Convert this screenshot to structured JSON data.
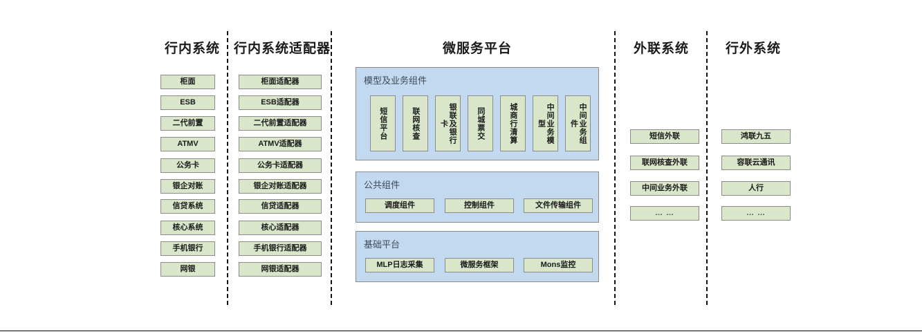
{
  "diagram": {
    "title_center": "微服务平台",
    "columns": [
      {
        "id": "internal-systems",
        "header": "行内系统",
        "items": [
          "柜面",
          "ESB",
          "二代前置",
          "ATMV",
          "公务卡",
          "银企对账",
          "信贷系统",
          "核心系统",
          "手机银行",
          "网银"
        ]
      },
      {
        "id": "internal-adapters",
        "header": "行内系统适配器",
        "items": [
          "柜面适配器",
          "ESB适配器",
          "二代前置适配器",
          "ATMV适配器",
          "公务卡适配器",
          "银企对账适配器",
          "信贷适配器",
          "核心适配器",
          "手机银行适配器",
          "网银适配器"
        ]
      },
      {
        "id": "external-link-systems",
        "header": "外联系统",
        "items": [
          "短信外联",
          "联网核查外联",
          "中间业务外联",
          "… …"
        ]
      },
      {
        "id": "outside-bank-systems",
        "header": "行外系统",
        "items": [
          "鸿联九五",
          "容联云通讯",
          "人行",
          "… …"
        ]
      }
    ],
    "panels": [
      {
        "id": "model-business-components",
        "title": "模型及业务组件",
        "items": [
          "短信平台",
          "联网核查",
          "银联及银行卡",
          "同城票交",
          "城商行清算",
          "中间业务模型",
          "中间业务组件"
        ]
      },
      {
        "id": "public-components",
        "title": "公共组件",
        "items": [
          "调度组件",
          "控制组件",
          "文件传输组件"
        ]
      },
      {
        "id": "base-platform",
        "title": "基础平台",
        "items": [
          "MLP日志采集",
          "微服务框架",
          "Mons监控"
        ]
      }
    ],
    "colors": {
      "node_fill": "#d9e6ca",
      "node_border": "#8a8a8a",
      "panel_fill": "#c3d9ef",
      "panel_border": "#8a8a8a",
      "divider": "#111111",
      "text": "#1a1a1a",
      "panel_title_text": "#3d4a57"
    }
  }
}
